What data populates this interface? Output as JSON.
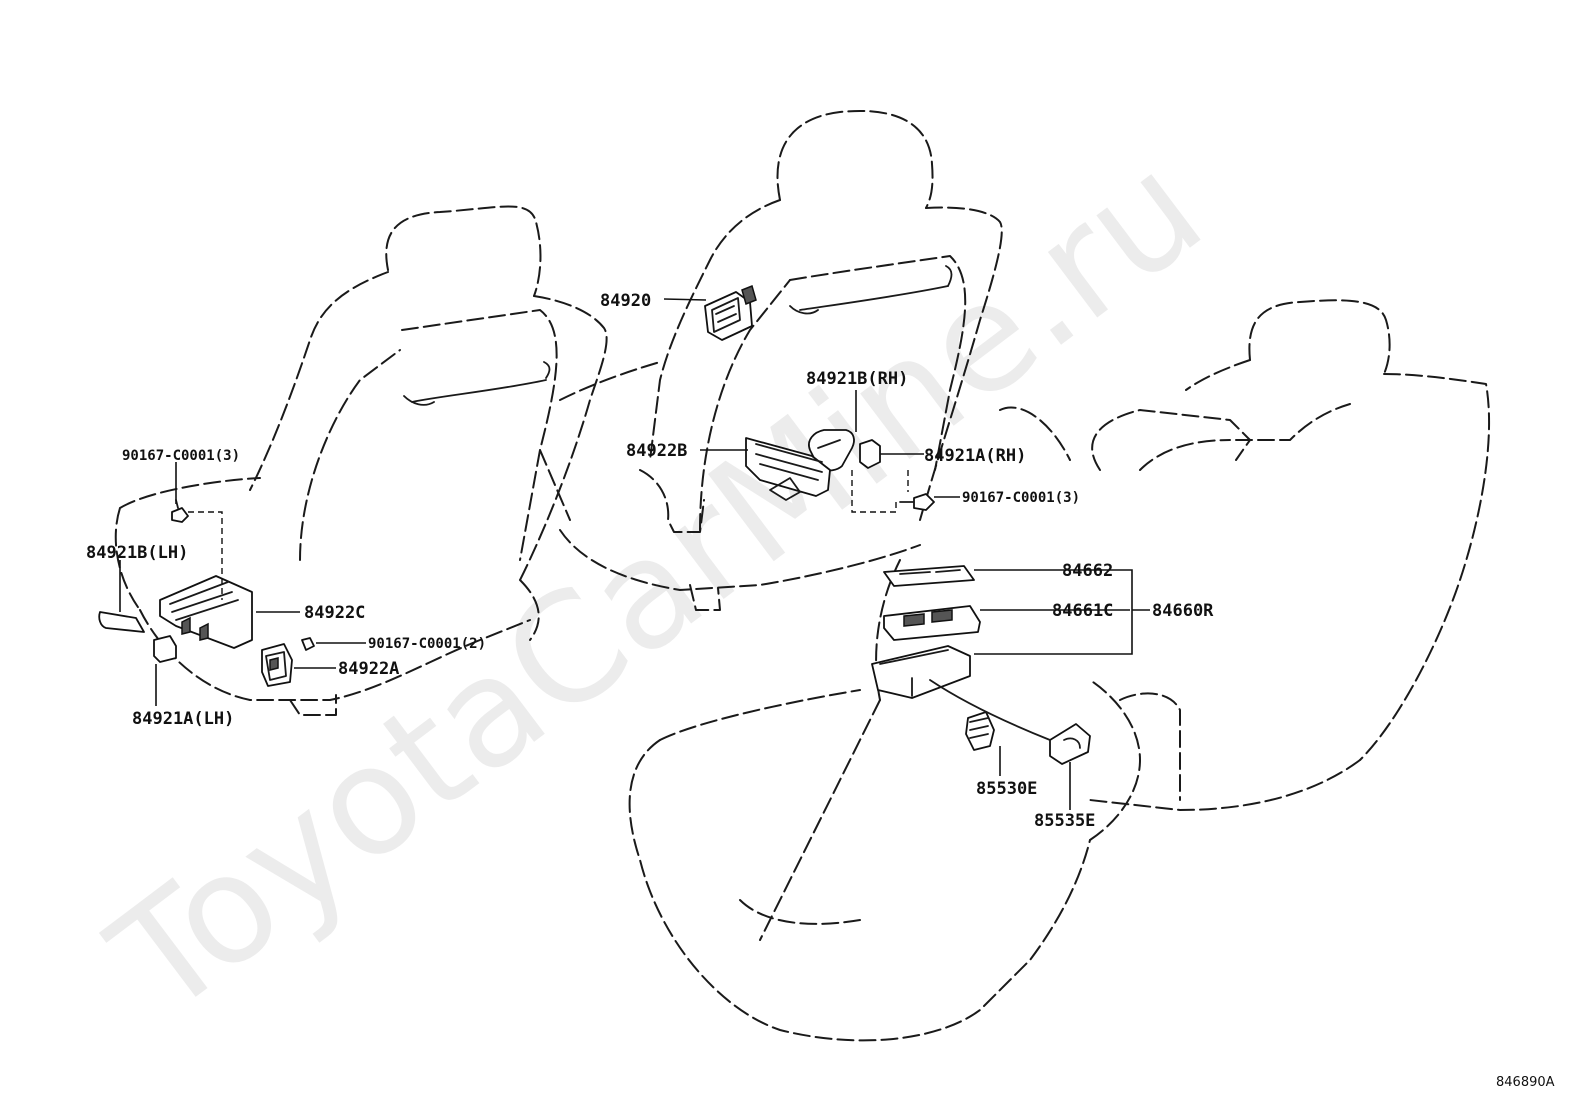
{
  "watermark": "ToyotaCarMine.ru",
  "diagram_code": "846890A",
  "labels": {
    "p84920": "84920",
    "p84921b_rh": "84921B(RH)",
    "p84922b": "84922B",
    "p84921a_rh": "84921A(RH)",
    "p90167_rh": "90167-C0001(3)",
    "p90167_lh": "90167-C0001(3)",
    "p84921b_lh": "84921B(LH)",
    "p84922c": "84922C",
    "p90167_2": "90167-C0001(2)",
    "p84922a": "84922A",
    "p84921a_lh": "84921A(LH)",
    "p84662": "84662",
    "p84661c": "84661C",
    "p84660r": "84660R",
    "p85530e": "85530E",
    "p85535e": "85535E"
  }
}
